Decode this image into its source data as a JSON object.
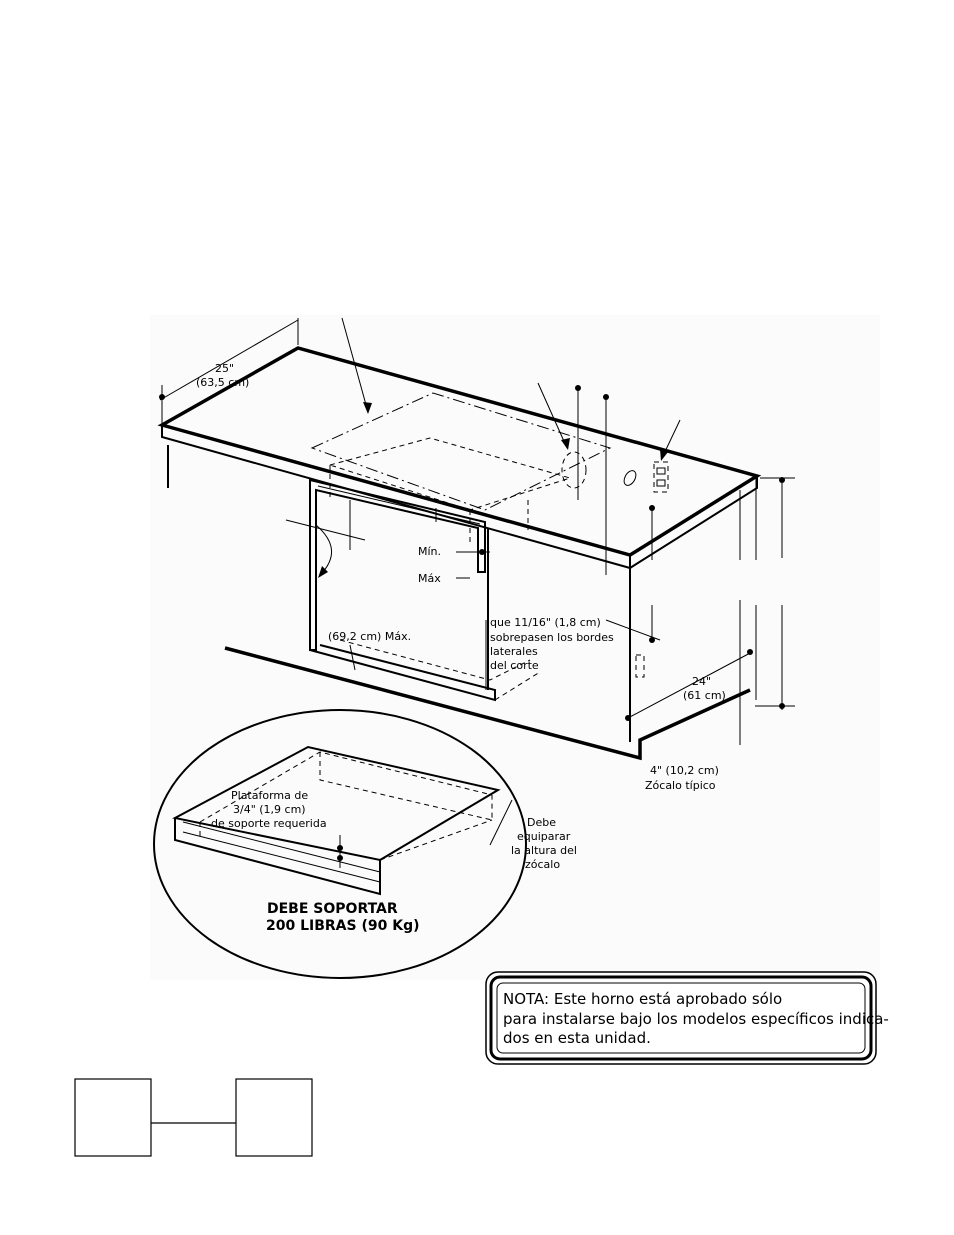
{
  "dimensions": {
    "depth_top": {
      "line1": "25\"",
      "line2": "(63,5 cm)"
    },
    "min_label": "Mín.",
    "max_label": "Máx",
    "width_max": "(69,2 cm) Máx.",
    "overhang": {
      "line1": "que 11/16\" (1,8 cm)",
      "line2": "sobrepasen los bordes",
      "line3": "laterales",
      "line4": "del corte"
    },
    "depth_cabinet": {
      "line1": "24\"",
      "line2": "(61 cm)"
    },
    "toe_kick": {
      "line1": "4\" (10,2 cm)",
      "line2": "Zócalo típico"
    }
  },
  "inset": {
    "platform": {
      "line1": "Plataforma de",
      "line2": "3/4\" (1,9 cm)",
      "line3": "de soporte requerida"
    },
    "match": {
      "line1": "Debe",
      "line2": "equiparar",
      "line3": "la altura del",
      "line4": "zócalo"
    },
    "support": {
      "line1": "DEBE SOPORTAR",
      "line2": "200 LIBRAS (90 Kg)"
    }
  },
  "note": {
    "line1": "NOTA: Este horno está aprobado sólo",
    "line2": "para instalarse bajo los modelos específicos indica-",
    "line3": "dos en esta unidad."
  }
}
